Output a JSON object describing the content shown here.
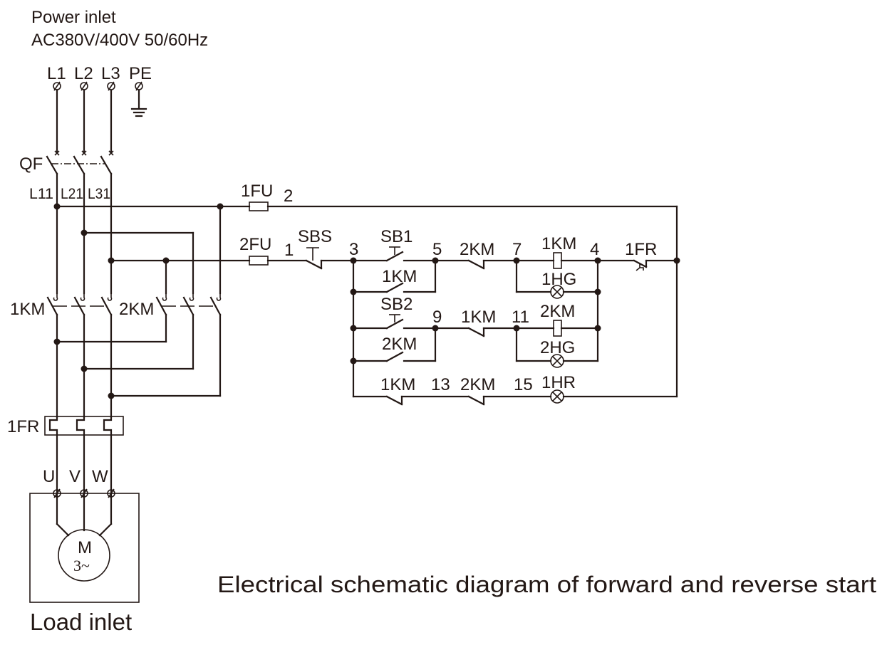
{
  "header": {
    "line1": "Power inlet",
    "line2": "AC380V/400V 50/60Hz"
  },
  "terminals": {
    "l1": "L1",
    "l2": "L2",
    "l3": "L3",
    "pe": "PE"
  },
  "breaker": {
    "label": "QF",
    "outputs": [
      "L11",
      "L21",
      "L31"
    ]
  },
  "contactors": {
    "forward": "1KM",
    "reverse": "2KM"
  },
  "overload": {
    "label": "1FR"
  },
  "motor": {
    "terminals": [
      "U",
      "V",
      "W"
    ],
    "symbol": "M",
    "phase": "3~",
    "caption": "Load inlet"
  },
  "control": {
    "fuse1": "1FU",
    "fuse2": "2FU",
    "node_2": "2",
    "node_1": "1",
    "stop_button": "SBS",
    "node_3": "3",
    "fwd_button": "SB1",
    "node_5": "5",
    "interlock_2km": "2KM",
    "node_7": "7",
    "coil_1km": "1KM",
    "node_4": "4",
    "fr_contact": "1FR",
    "hold_1km": "1KM",
    "lamp_1hg": "1HG",
    "rev_button": "SB2",
    "node_9": "9",
    "interlock_1km": "1KM",
    "node_11": "11",
    "coil_2km": "2KM",
    "hold_2km": "2KM",
    "lamp_2hg": "2HG",
    "stop_nc_1km": "1KM",
    "node_13": "13",
    "stop_nc_2km": "2KM",
    "node_15": "15",
    "lamp_1hr": "1HR"
  },
  "caption": "Electrical schematic diagram of forward and reverse start"
}
